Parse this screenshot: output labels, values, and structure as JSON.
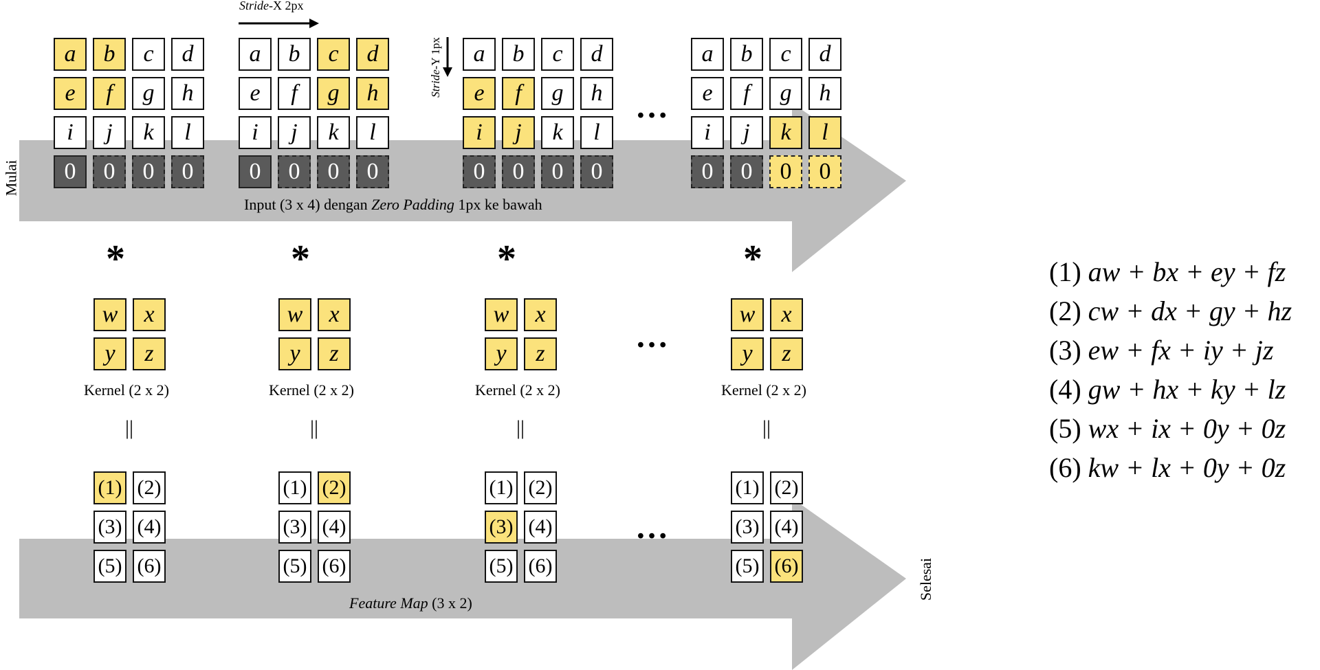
{
  "colors": {
    "highlight": "#fbe27c",
    "padding": "#5a5a5a",
    "arrow": "#bdbdbd"
  },
  "start_label": "Mulai",
  "end_label": "Selesai",
  "stride_x": {
    "italic": "Stride",
    "rest": "-X 2px"
  },
  "stride_y": {
    "italic": "Stride",
    "rest": "-Y 1px"
  },
  "input_caption": {
    "pre": "Input (3 x 4) dengan ",
    "italic": "Zero Padding",
    "post": " 1px ke bawah"
  },
  "input_letters": [
    [
      "a",
      "b",
      "c",
      "d"
    ],
    [
      "e",
      "f",
      "g",
      "h"
    ],
    [
      "i",
      "j",
      "k",
      "l"
    ],
    [
      "0",
      "0",
      "0",
      "0"
    ]
  ],
  "input_steps": [
    {
      "highlight": [
        [
          0,
          0
        ],
        [
          0,
          1
        ],
        [
          1,
          0
        ],
        [
          1,
          1
        ]
      ]
    },
    {
      "highlight": [
        [
          0,
          2
        ],
        [
          0,
          3
        ],
        [
          1,
          2
        ],
        [
          1,
          3
        ]
      ]
    },
    {
      "highlight": [
        [
          1,
          0
        ],
        [
          1,
          1
        ],
        [
          2,
          0
        ],
        [
          2,
          1
        ]
      ]
    },
    {
      "highlight": [
        [
          2,
          2
        ],
        [
          2,
          3
        ],
        [
          3,
          2
        ],
        [
          3,
          3
        ]
      ]
    }
  ],
  "operator": "*",
  "equals": "||",
  "ellipsis": "…",
  "kernel_letters": [
    [
      "w",
      "x"
    ],
    [
      "y",
      "z"
    ]
  ],
  "kernel_caption": "Kernel (2 x 2)",
  "feature_cells": [
    [
      "(1)",
      "(2)"
    ],
    [
      "(3)",
      "(4)"
    ],
    [
      "(5)",
      "(6)"
    ]
  ],
  "feature_steps": [
    {
      "highlight": [
        0,
        0
      ]
    },
    {
      "highlight": [
        0,
        1
      ]
    },
    {
      "highlight": [
        1,
        0
      ]
    },
    {
      "highlight": [
        2,
        1
      ]
    }
  ],
  "feature_caption": {
    "italic": "Feature Map",
    "rest": " (3 x 2)"
  },
  "formulas": [
    {
      "num": "(1)",
      "expr": "aw + bx + ey + fz"
    },
    {
      "num": "(2)",
      "expr": "cw + dx + gy + hz"
    },
    {
      "num": "(3)",
      "expr": "ew + fx + iy + jz"
    },
    {
      "num": "(4)",
      "expr": "gw + hx + ky + lz"
    },
    {
      "num": "(5)",
      "expr": "wx + ix + 0y + 0z"
    },
    {
      "num": "(6)",
      "expr": "kw + lx + 0y + 0z"
    }
  ]
}
